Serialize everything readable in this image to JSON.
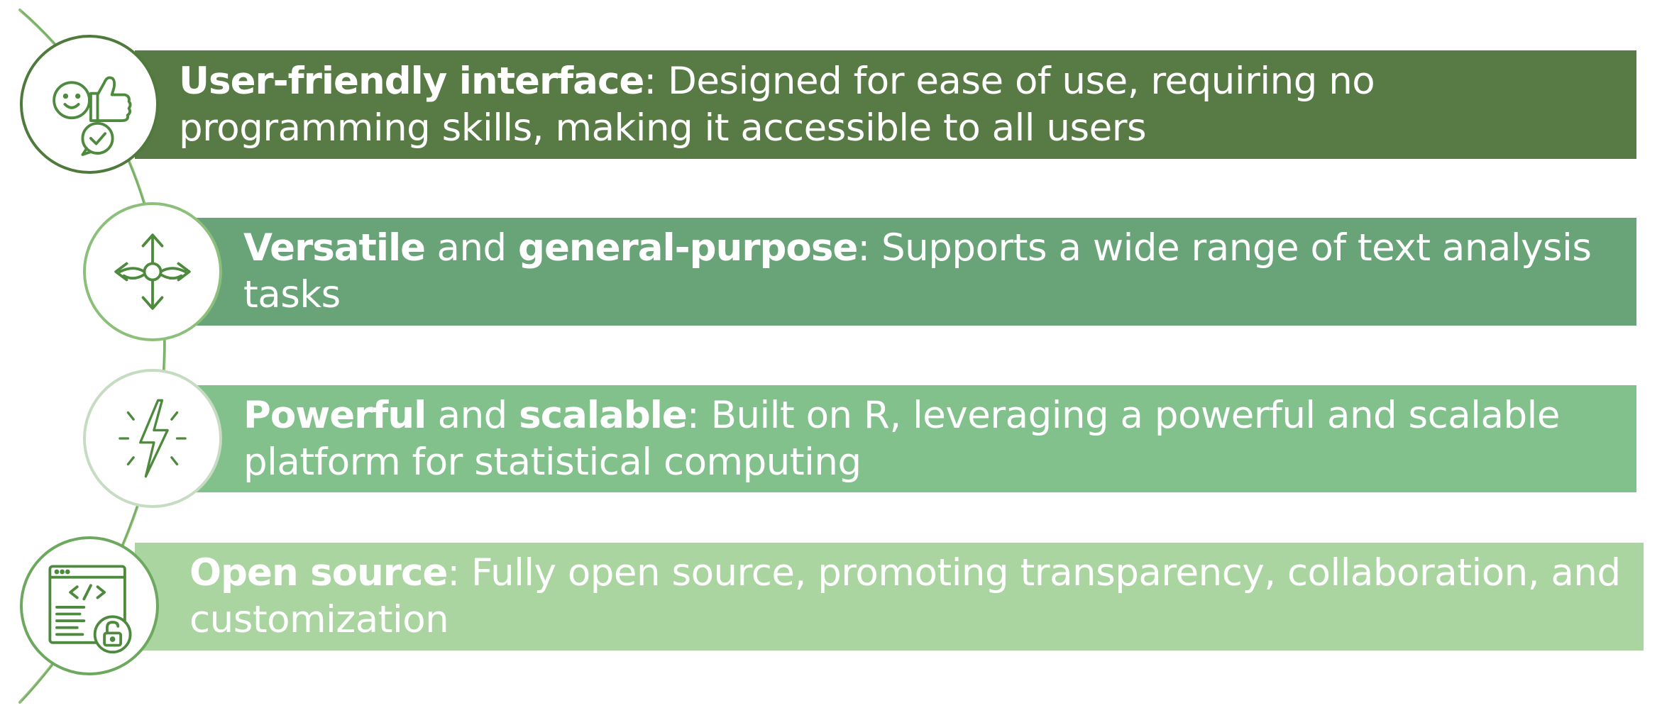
{
  "items": [
    {
      "bold1": "User-friendly interface",
      "mid": "",
      "bold2": "",
      "rest": ": Designed for ease of use, requiring no programming skills, making it accessible to all users",
      "icon": "thumbs-up-feedback-icon"
    },
    {
      "bold1": "Versatile",
      "mid": " and ",
      "bold2": "general-purpose",
      "rest": ": Supports a wide range of text analysis tasks",
      "icon": "four-way-arrows-icon"
    },
    {
      "bold1": "Powerful",
      "mid": " and ",
      "bold2": "scalable",
      "rest": ": Built on R, leveraging a powerful and scalable platform for statistical computing",
      "icon": "lightning-bolt-icon"
    },
    {
      "bold1": "Open source",
      "mid": "",
      "bold2": "",
      "rest": ": Fully open source, promoting transparency, collaboration, and customization",
      "icon": "code-window-unlock-icon"
    }
  ],
  "colors": {
    "band1": "#587a45",
    "band2": "#69a378",
    "band3": "#82c08c",
    "band4": "#aad4a0",
    "icon": "#4e8a3e",
    "curve": "#8fbf7c"
  }
}
